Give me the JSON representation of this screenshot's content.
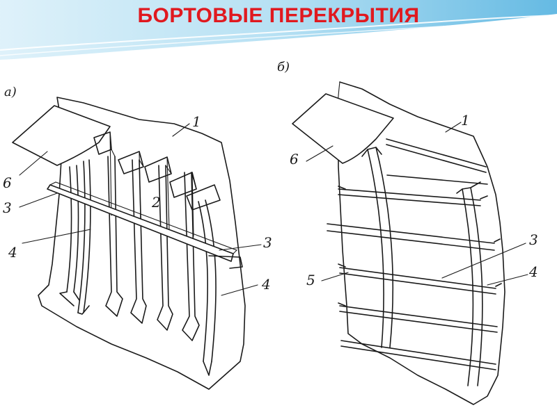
{
  "slide": {
    "title": "БОРТОВЫЕ ПЕРЕКРЫТИЯ",
    "title_color": "#e0191f",
    "header_colors": [
      "#bfe3f5",
      "#6ec3e8",
      "#3a9fd6"
    ]
  },
  "diagram_a": {
    "panel_label": "а)",
    "labels": {
      "l1": "1",
      "l2": "2",
      "l3_left": "3",
      "l3_right": "3",
      "l4_left": "4",
      "l4_right": "4",
      "l6": "6"
    }
  },
  "diagram_b": {
    "panel_label": "б)",
    "labels": {
      "l1": "1",
      "l3": "3",
      "l4": "4",
      "l5": "5",
      "l6": "6"
    }
  }
}
